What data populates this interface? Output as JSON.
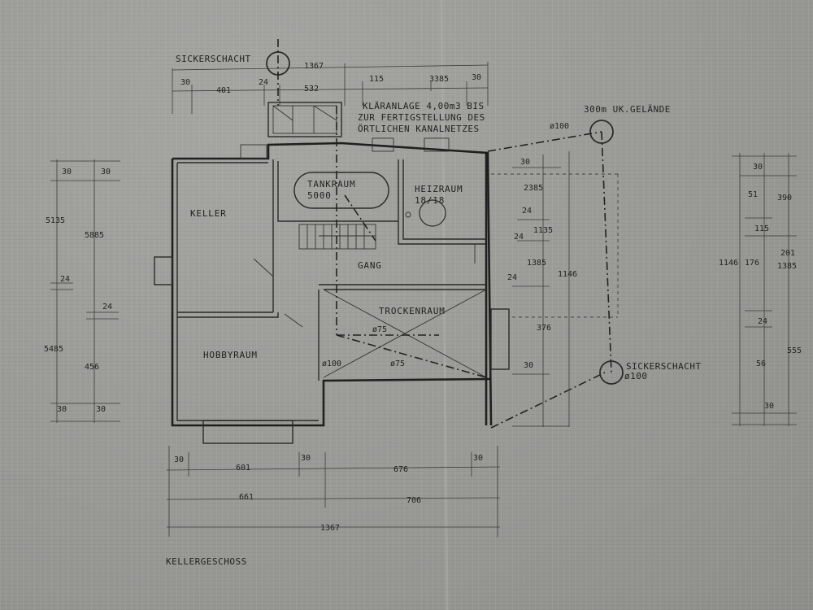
{
  "rooms": {
    "keller": "KELLER",
    "tankraum": "TANKRAUM",
    "tank_volume": "5000",
    "heizraum": "HEIZRAUM",
    "heizraum_size": "18/18",
    "gang": "GANG",
    "trockenraum": "TROCKENRAUM",
    "hobbyraum": "HOBBYRAUM"
  },
  "annotations": {
    "sickerschacht_top": "SICKERSCHACHT",
    "sickerschacht_right": "SICKERSCHACHT",
    "sickerschacht_right_dia": "ø100",
    "klaeranlage_1": "KLÄRANLAGE 4,00m3 BIS",
    "klaeranlage_2": "ZUR FERTIGSTELLUNG DES",
    "klaeranlage_3": "ÖRTLICHEN KANALNETZES",
    "gelaende": "300m UK.GELÄNDE",
    "pipe_100_top": "ø100",
    "pipe_75_a": "ø75",
    "pipe_75_b": "ø75",
    "pipe_100_left": "ø100",
    "title": "KELLERGESCHOSS"
  },
  "dims_top": {
    "overall": "1367",
    "d30a": "30",
    "d401": "401",
    "d24": "24",
    "d532": "532",
    "d115": "115",
    "d3385": "3385",
    "d30b": "30"
  },
  "dims_bottom": {
    "d30a": "30",
    "d601": "601",
    "d30b": "30",
    "d676": "676",
    "d30c": "30",
    "d661": "661",
    "d706": "706",
    "overall": "1367"
  },
  "dims_left": {
    "d30a": "30",
    "d30b": "30",
    "d5135": "5135",
    "d5885": "5885",
    "d24a": "24",
    "d24b": "24",
    "d5485": "5485",
    "d456": "456",
    "d30c": "30",
    "d30d": "30"
  },
  "dims_inner_right": {
    "d30a": "30",
    "d2385": "2385",
    "d24a": "24",
    "d24b": "24",
    "d1135": "1135",
    "d1385": "1385",
    "d24c": "24",
    "d1146": "1146",
    "d376": "376",
    "d30b": "30"
  },
  "dims_far_right": {
    "d30a": "30",
    "d51": "51",
    "d390": "390",
    "d115": "115",
    "d1146": "1146",
    "d176": "176",
    "d201": "201",
    "d1385": "1385",
    "d24": "24",
    "d555": "555",
    "d56": "56",
    "d30b": "30"
  }
}
